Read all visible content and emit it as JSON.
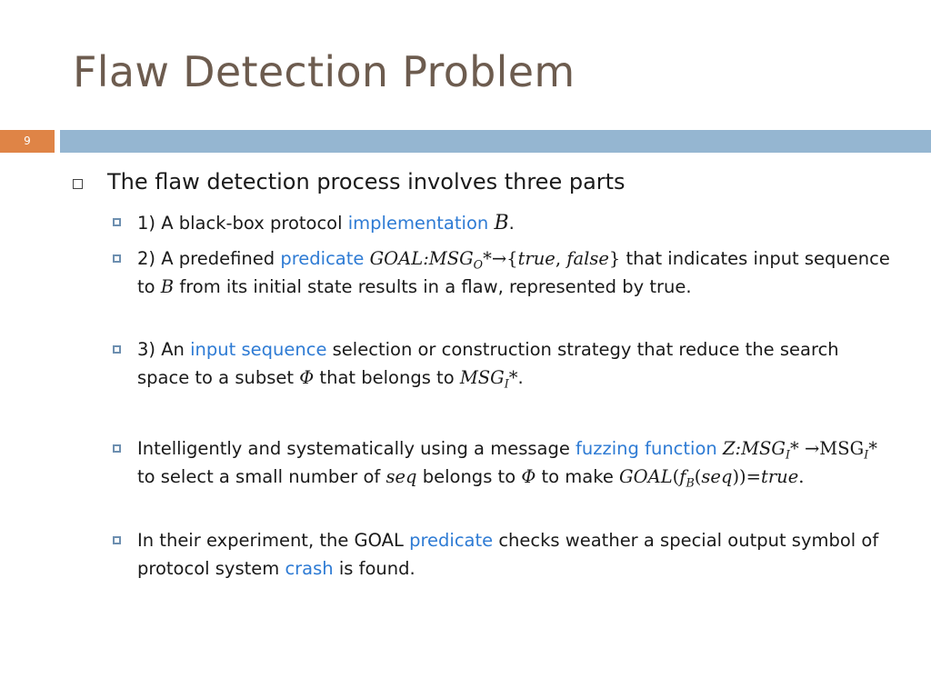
{
  "slide": {
    "title": "Flaw Detection Problem",
    "number": "9"
  },
  "colors": {
    "title": "#6d5c4f",
    "accent_orange": "#df8446",
    "accent_blue": "#95b6d1",
    "keyword_blue": "#2e7bd4"
  },
  "content": {
    "heading": "The flaw detection process involves three parts",
    "b1": {
      "t1": "1) A black-box protocol ",
      "k1": "implementation",
      "s": " ",
      "m1": "B",
      "t2": "."
    },
    "b2": {
      "t1": "2) A predefined ",
      "k1": "predicate",
      "s": " ",
      "m1": "GOAL:MSG",
      "m1sub": "O",
      "m2": "*→{",
      "m3": "true",
      "m4": ", ",
      "m5": "false",
      "m6": "}",
      "t2": " that indicates input sequence to ",
      "m7": "B",
      "t3": " from its initial state results in a flaw, represented by true."
    },
    "b3": {
      "t1": "3) An ",
      "k1": "input sequence",
      "t2": " selection or construction strategy that reduce the search space to a subset ",
      "m1": "Φ",
      "t3": " that belongs to ",
      "m2": "MSG",
      "m2sub": "I",
      "m3": "*",
      "t4": "."
    },
    "b4": {
      "t1": "Intelligently and systematically using a message ",
      "k1": "fuzzing function",
      "sp": " ",
      "m1": "Z:MSG",
      "m1sub": "I",
      "m2": "* →MSG",
      "m2sub": "I",
      "m3": "*",
      "t2": " to select a small number of ",
      "m4": "seq",
      "t3": " belongs to ",
      "m5": "Φ",
      "t4": " to make ",
      "m6": "GOAL",
      "m7": "(",
      "m8": "f",
      "m8sub": "B",
      "m9": "(",
      "m10": "seq",
      "m11": "))=",
      "m12": "true",
      "t5": "."
    },
    "b5": {
      "t1": "In their experiment, the GOAL ",
      "k1": "predicate",
      "t2": " checks weather a special output symbol of protocol system ",
      "k2": "crash",
      "t3": " is found."
    }
  }
}
